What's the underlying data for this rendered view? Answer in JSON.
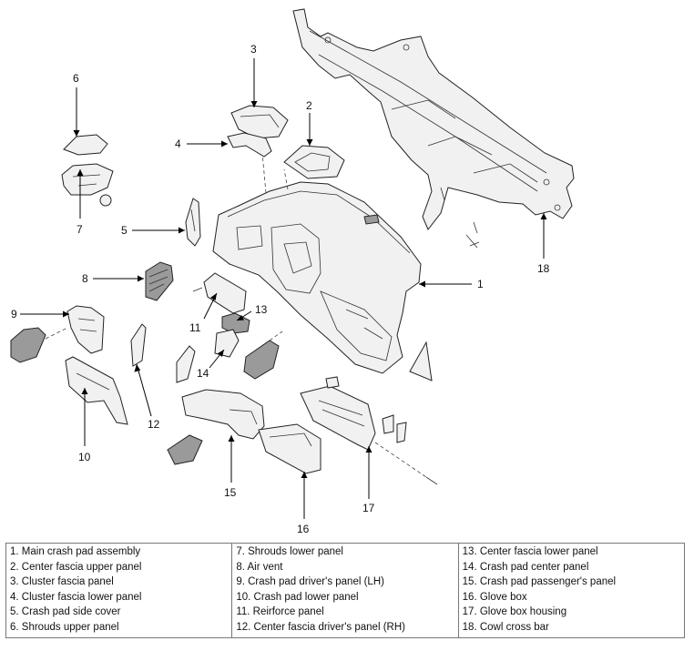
{
  "callouts": [
    "1",
    "2",
    "3",
    "4",
    "5",
    "6",
    "7",
    "8",
    "9",
    "10",
    "11",
    "12",
    "13",
    "14",
    "15",
    "16",
    "17",
    "18"
  ],
  "legend": {
    "columns": [
      [
        "1. Main crash pad assembly",
        "2. Center fascia upper panel",
        "3. Cluster fascia panel",
        "4. Cluster fascia lower panel",
        "5. Crash pad side cover",
        "6. Shrouds upper panel"
      ],
      [
        "7. Shrouds lower panel",
        "8. Air vent",
        "9. Crash pad driver's panel (LH)",
        "10. Crash pad lower panel",
        "11. Reirforce panel",
        "12. Center fascia driver's panel (RH)"
      ],
      [
        "13. Center fascia lower panel",
        "14. Crash pad center panel",
        "15. Crash pad passenger's panel",
        "16. Glove box",
        "17. Glove box housing",
        "18. Cowl cross bar"
      ]
    ]
  }
}
